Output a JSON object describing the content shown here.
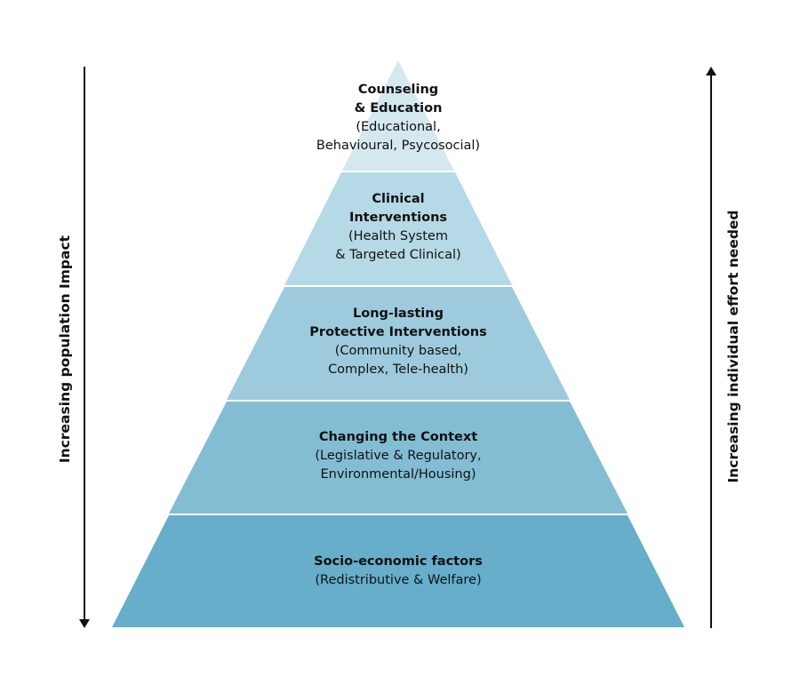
{
  "layers": [
    {
      "title_lines": [
        "Counseling",
        "& Education"
      ],
      "subtitle_lines": [
        "(Educational,",
        "Behavioural, Psycosocial)"
      ],
      "color": "#d4e8ef"
    },
    {
      "title_lines": [
        "Clinical",
        "Interventions"
      ],
      "subtitle_lines": [
        "(Health System",
        "& Targeted Clinical)"
      ],
      "color": "#b5d9e6"
    },
    {
      "title_lines": [
        "Long-lasting",
        "Protective Interventions"
      ],
      "subtitle_lines": [
        "(Community based,",
        "Complex, Tele-health)"
      ],
      "color": "#9dcbdd"
    },
    {
      "title_lines": [
        "Changing the Context"
      ],
      "subtitle_lines": [
        "(Legislative & Regulatory,",
        "Environmental/Housing)"
      ],
      "color": "#83bdd4"
    },
    {
      "title_lines": [
        "Socio-economic factors"
      ],
      "subtitle_lines": [
        "(Redistributive & Welfare)"
      ],
      "color": "#66aeca"
    }
  ],
  "left_axis": {
    "label": "Increasing population Impact",
    "direction": "down"
  },
  "right_axis": {
    "label": "Increasing individual effort needed",
    "direction": "up"
  }
}
